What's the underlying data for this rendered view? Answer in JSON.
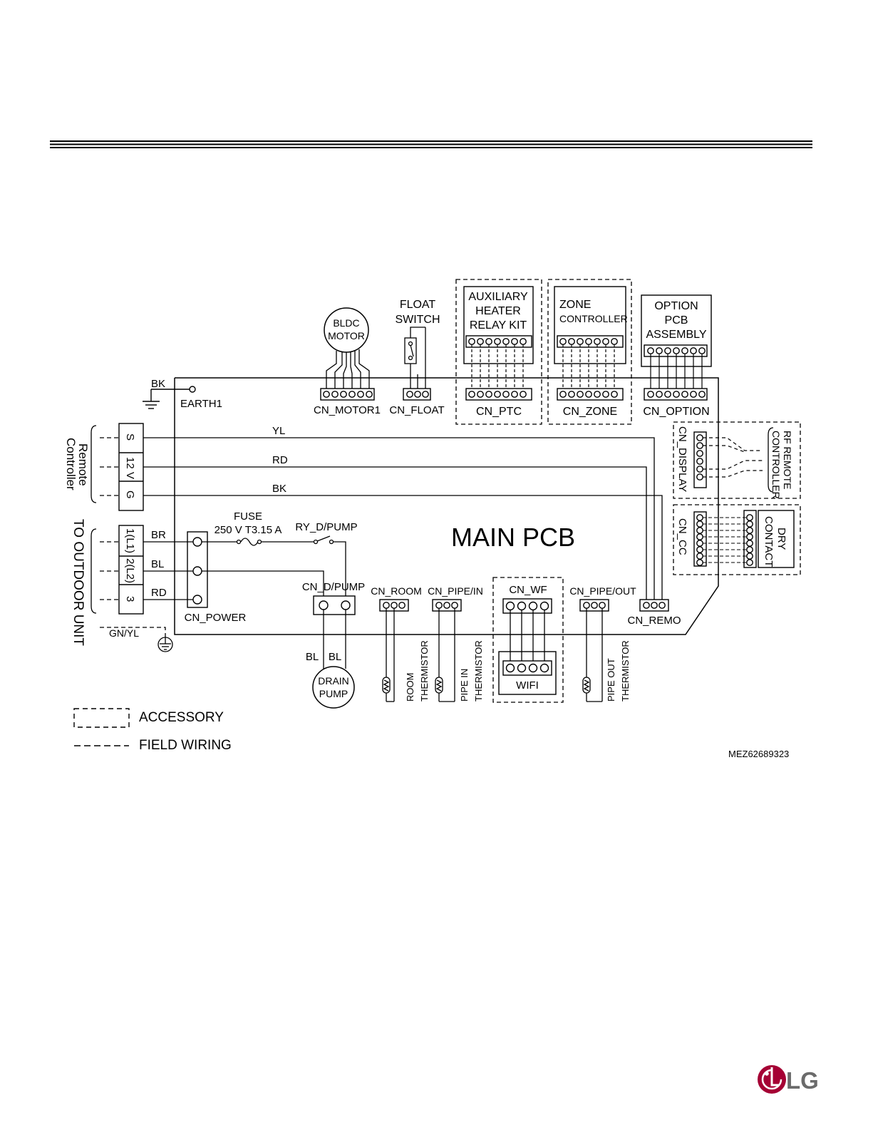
{
  "diagram": {
    "main_pcb": "MAIN PCB",
    "bldc_motor": [
      "BLDC",
      "MOTOR"
    ],
    "float_switch": [
      "FLOAT",
      "SWITCH"
    ],
    "aux_heater": [
      "AUXILIARY",
      "HEATER",
      "RELAY KIT"
    ],
    "zone_controller": [
      "ZONE",
      "CONTROLLER"
    ],
    "option_pcb": [
      "OPTION",
      "PCB",
      "ASSEMBLY"
    ],
    "earth": "EARTH1",
    "bk_label": "BK",
    "cn_motor1": "CN_MOTOR1",
    "cn_float": "CN_FLOAT",
    "cn_ptc": "CN_PTC",
    "cn_zone": "CN_ZONE",
    "cn_option": "CN_OPTION",
    "cn_display": "CN_DISPLAY",
    "rf_remote": [
      "RF REMOTE",
      "CONTROLLER"
    ],
    "cn_cc": "CN_CC",
    "dry_contact": [
      "DRY",
      "CONTACT"
    ],
    "remote_controller": [
      "Remote",
      "Controller"
    ],
    "terminal_s": "S",
    "terminal_12v": "12 V",
    "terminal_g": "G",
    "wire_yl": "YL",
    "wire_rd": "RD",
    "wire_bk": "BK",
    "outdoor_unit": "TO OUTDOOR UNIT",
    "terminal_1": "1(L1)",
    "terminal_2": "2(L2)",
    "terminal_3": "3",
    "wire_br": "BR",
    "wire_bl": "BL",
    "wire_rd2": "RD",
    "cn_power": "CN_POWER",
    "gn_yl": "GN/YL",
    "fuse": [
      "FUSE",
      "250 V T3.15 A"
    ],
    "relay": "RY_D/PUMP",
    "cn_dpump": "CN_D/PUMP",
    "cn_room": "CN_ROOM",
    "cn_pipe_in": "CN_PIPE/IN",
    "cn_wf": "CN_WF",
    "cn_pipe_out": "CN_PIPE/OUT",
    "cn_remo": "CN_REMO",
    "pump_bl1": "BL",
    "pump_bl2": "BL",
    "drain_pump": [
      "DRAIN",
      "PUMP"
    ],
    "room_thermistor": [
      "ROOM",
      "THERMISTOR"
    ],
    "pipe_in_thermistor": [
      "PIPE IN",
      "THERMISTOR"
    ],
    "wifi": "WIFI",
    "pipe_out_thermistor": [
      "PIPE OUT",
      "THERMISTOR"
    ]
  },
  "legend": {
    "accessory": "ACCESSORY",
    "field_wiring": "FIELD WIRING"
  },
  "part_number": "MEZ62689323",
  "logo": "LG"
}
